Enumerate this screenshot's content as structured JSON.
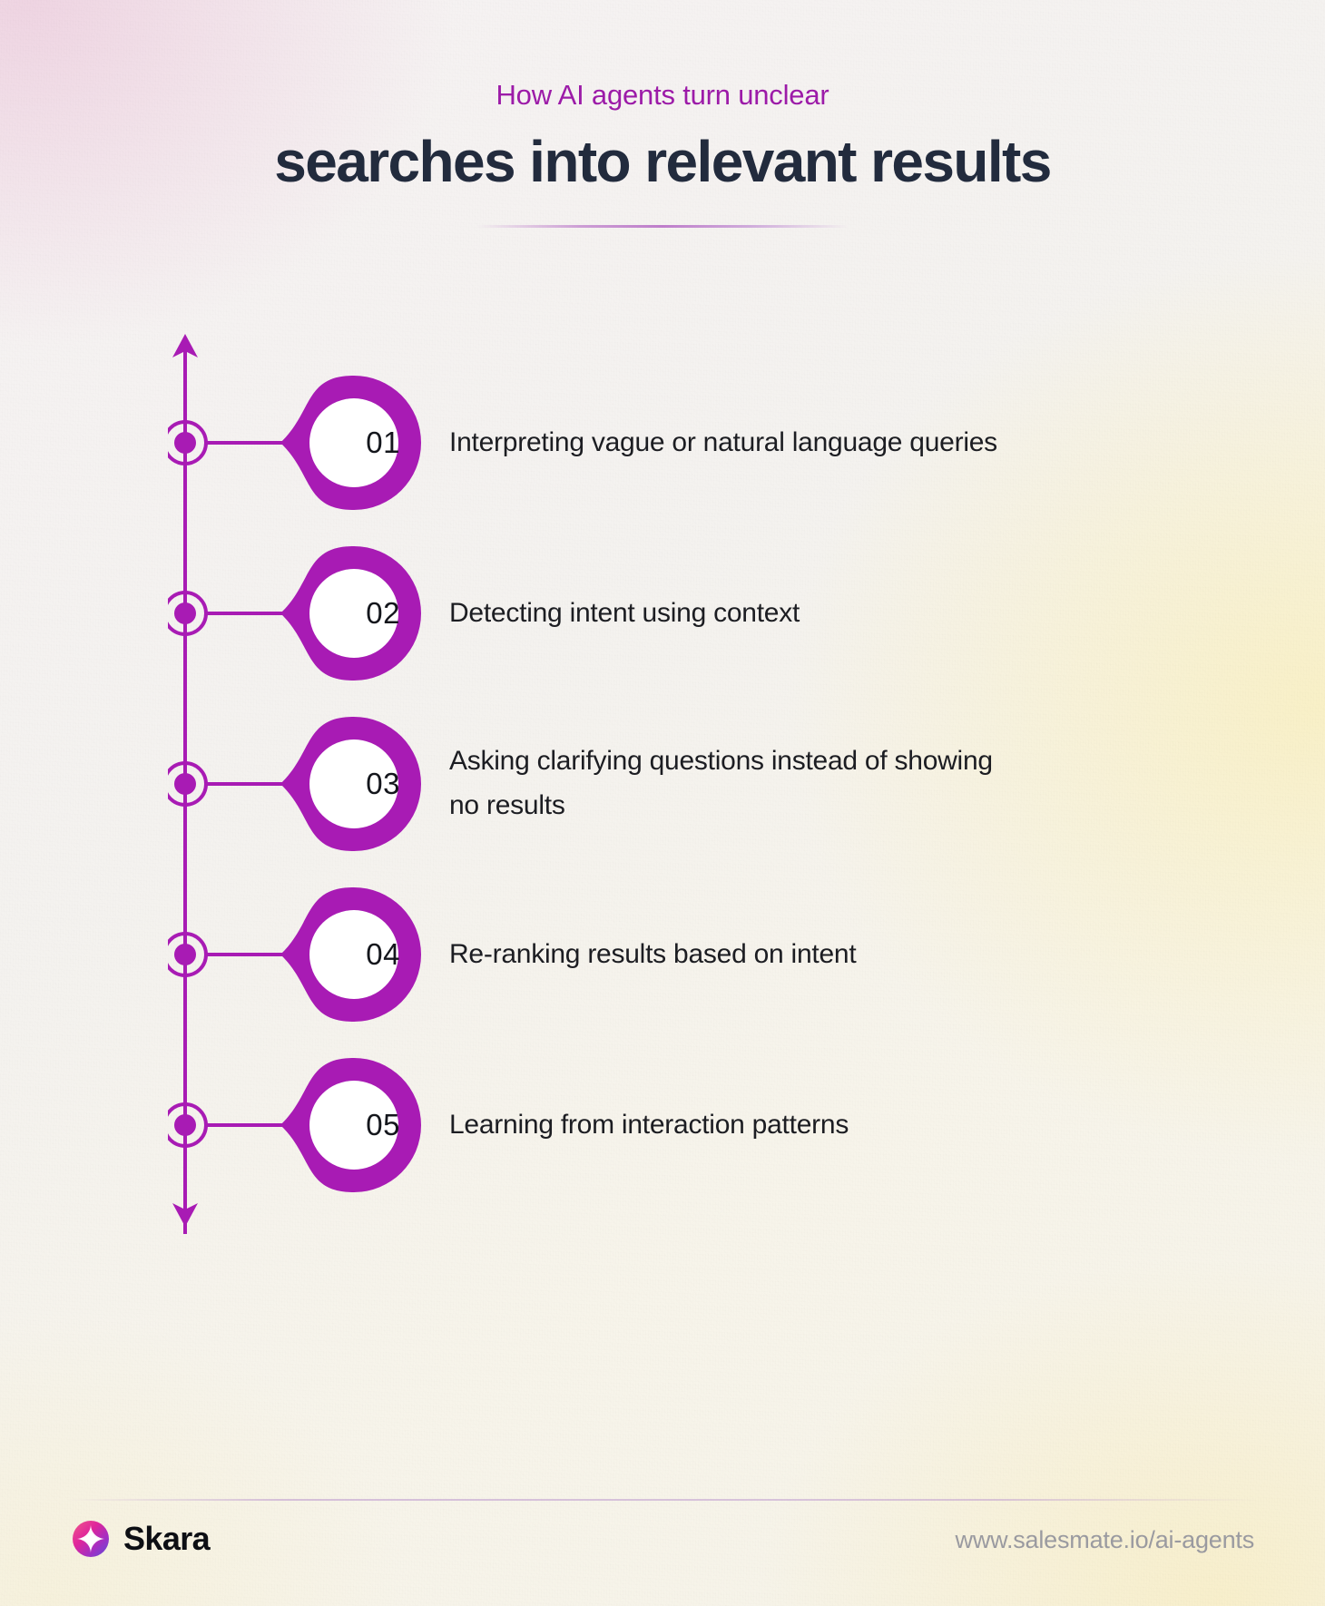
{
  "header": {
    "subtitle": "How AI agents turn unclear",
    "title": "searches into relevant results"
  },
  "colors": {
    "accent_purple": "#a81bb4",
    "accent_purple_dark": "#9c1ba8",
    "title_navy": "#222b3d",
    "body_text": "#1c1d22",
    "url_gray": "#9a9aa0",
    "background": "#f4f1ec"
  },
  "timeline": {
    "orientation": "vertical",
    "arrow_top": true,
    "arrow_bottom": true,
    "steps": [
      {
        "number": "01",
        "label": "Interpreting vague or natural language queries"
      },
      {
        "number": "02",
        "label": "Detecting intent using context"
      },
      {
        "number": "03",
        "label": "Asking clarifying questions instead of showing no results"
      },
      {
        "number": "04",
        "label": " Re-ranking results based on intent"
      },
      {
        "number": "05",
        "label": "Learning from interaction patterns"
      }
    ]
  },
  "footer": {
    "brand_name": "Skara",
    "brand_icon": "skara-sparkle-logo",
    "url": "www.salesmate.io/ai-agents"
  }
}
